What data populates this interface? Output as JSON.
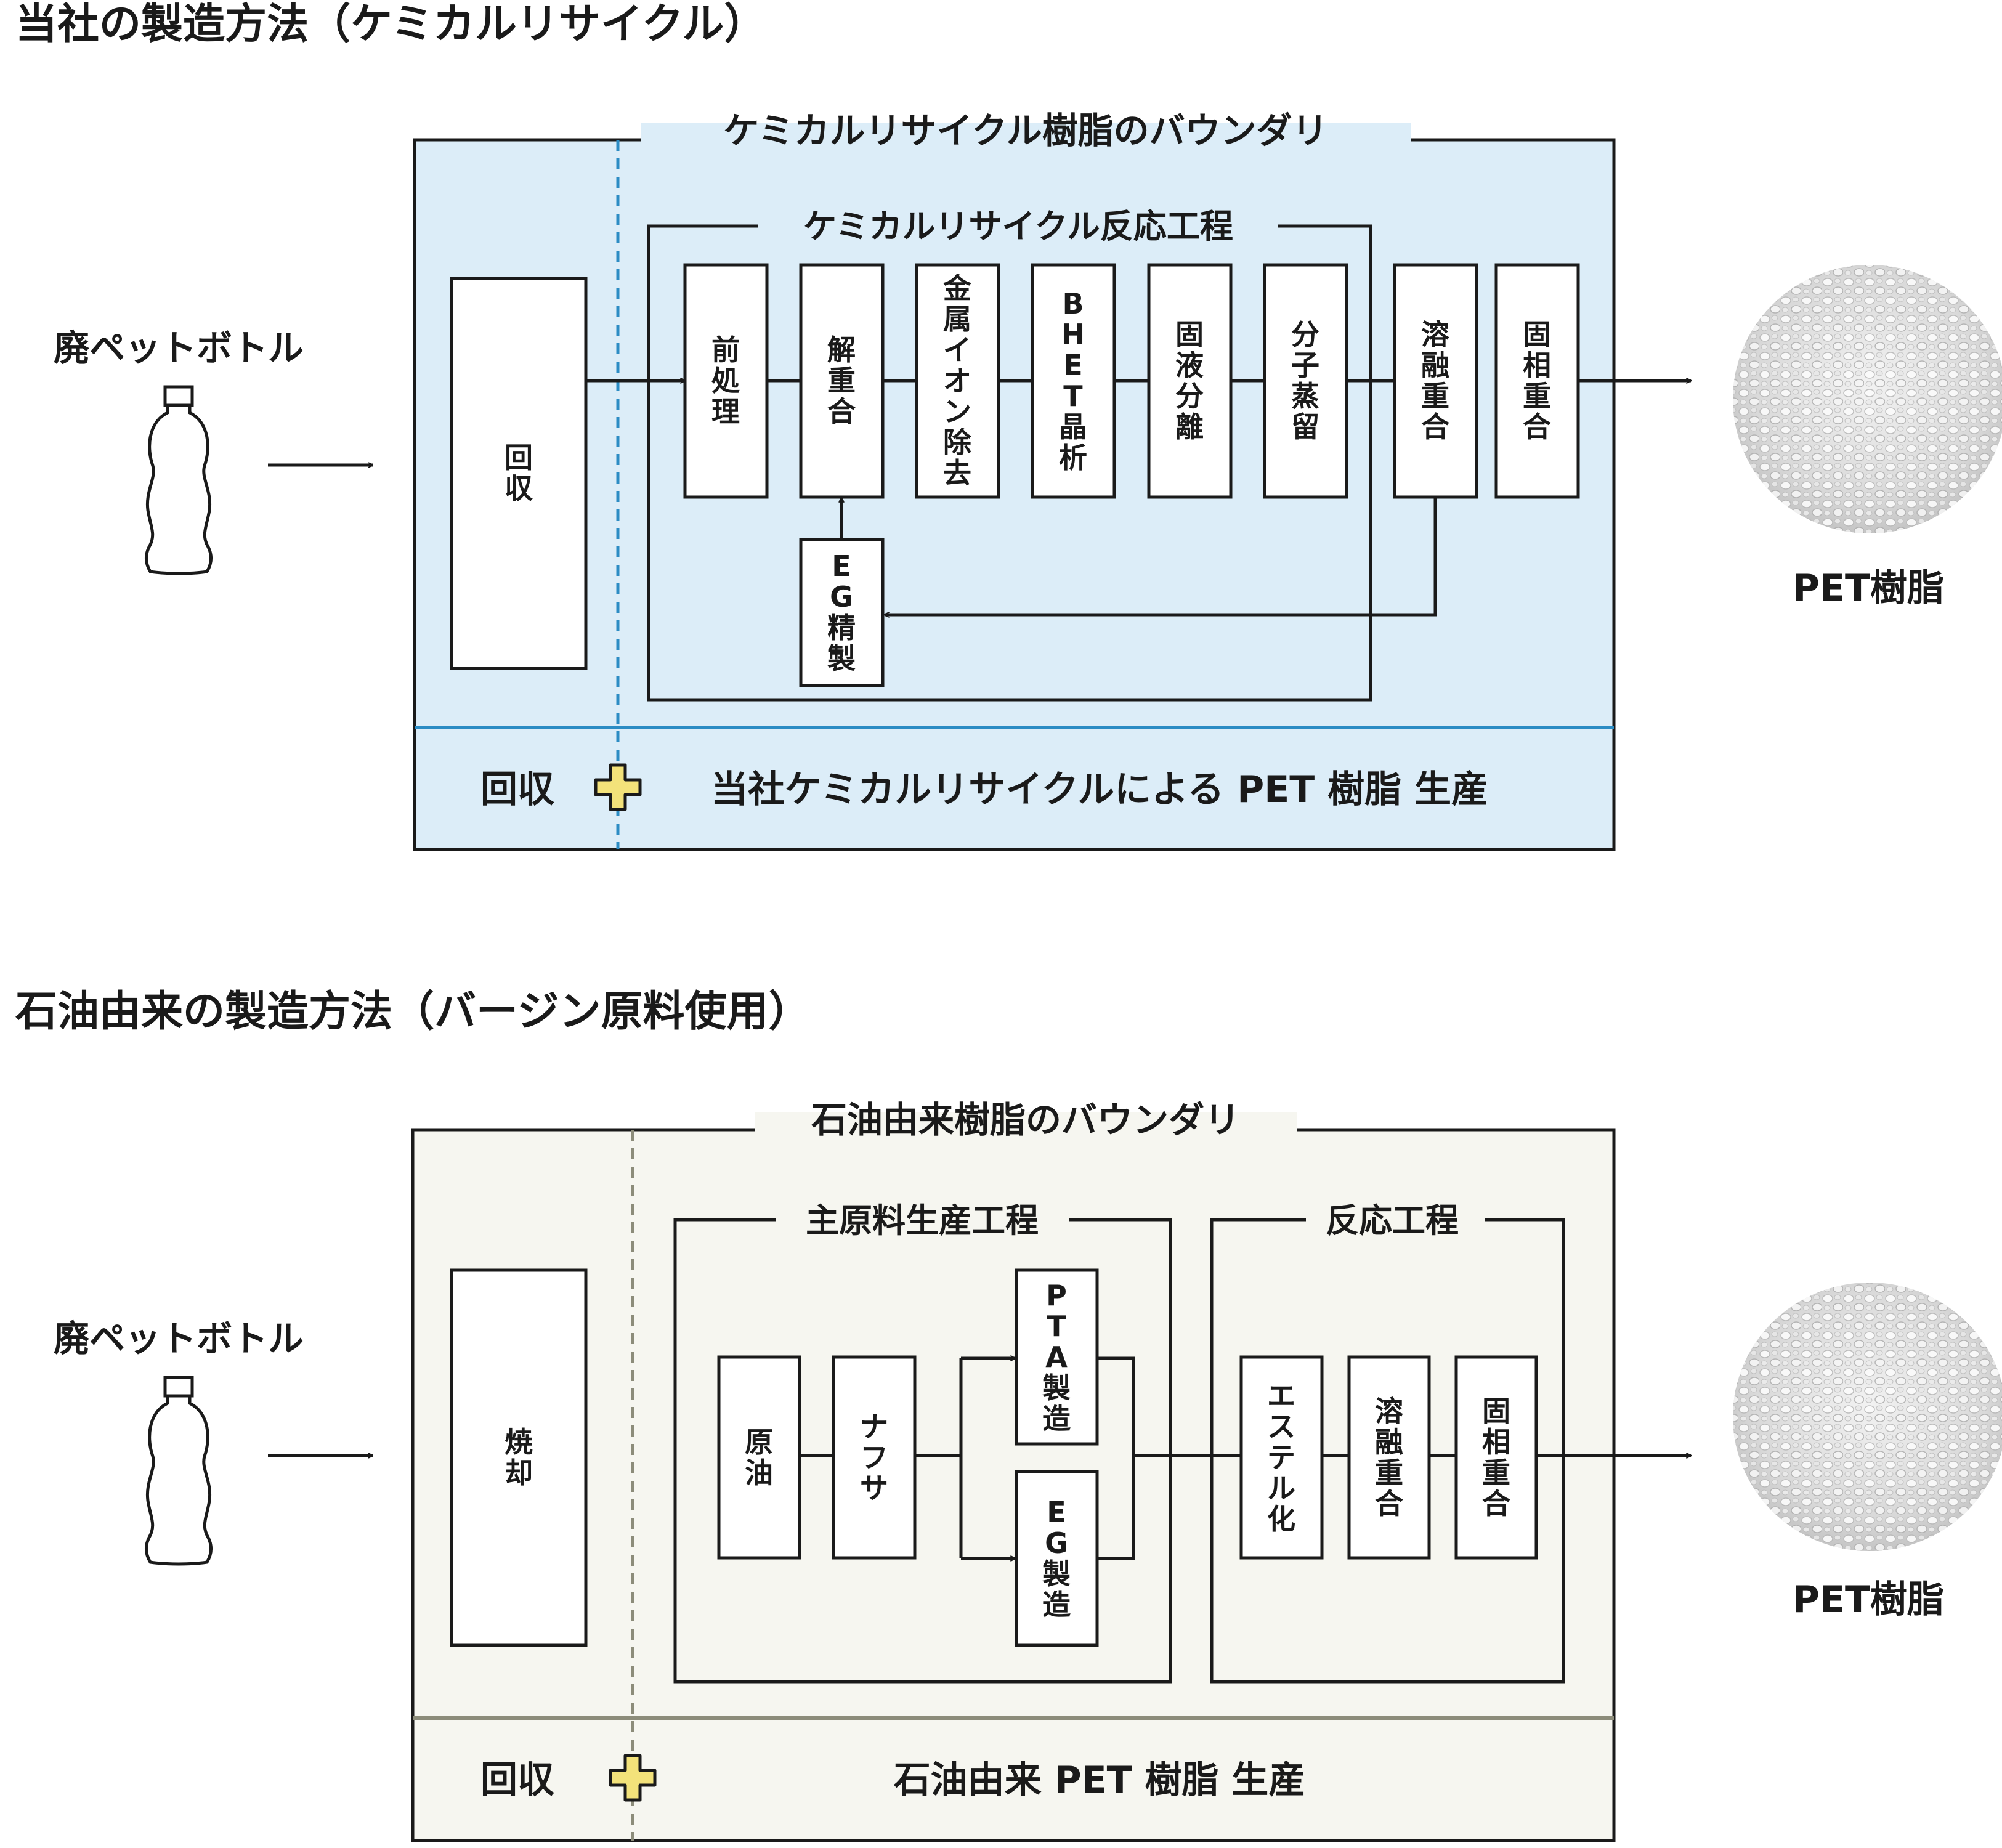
{
  "colors": {
    "chem_bg": "#dcedf8",
    "chem_line": "#2b8cc4",
    "virgin_bg": "#f6f6f0",
    "virgin_line": "#8c8c7a",
    "plus_fill": "#f3e27a",
    "plus_stroke": "#1a1a1a"
  },
  "chemical": {
    "heading": "当社の製造方法（ケミカルリサイクル）",
    "source_label": "廃ペットボトル",
    "boundary_title": "ケミカルリサイクル樹脂のバウンダリ",
    "process_title": "ケミカルリサイクル反応工程",
    "collect": "回収",
    "steps": [
      "前処理",
      "解重合",
      "金属イオン除去",
      "BHET晶析",
      "固液分離",
      "分子蒸留",
      "溶融重合",
      "固相重合"
    ],
    "recycle_step": "EG精製",
    "output_label": "PET樹脂",
    "bottom_left": "回収",
    "bottom_right": "当社ケミカルリサイクルによる PET 樹脂 生産"
  },
  "virgin": {
    "heading": "石油由来の製造方法（バージン原料使用）",
    "source_label": "廃ペットボトル",
    "boundary_title": "石油由来樹脂のバウンダリ",
    "material_title": "主原料生産工程",
    "reaction_title": "反応工程",
    "incinerate": "焼却",
    "material_steps": [
      "原油",
      "ナフサ"
    ],
    "branch_steps": [
      "PTA製造",
      "EG製造"
    ],
    "reaction_steps": [
      "エステル化",
      "溶融重合",
      "固相重合"
    ],
    "output_label": "PET樹脂",
    "bottom_left": "回収",
    "bottom_right": "石油由来 PET 樹脂 生産"
  }
}
